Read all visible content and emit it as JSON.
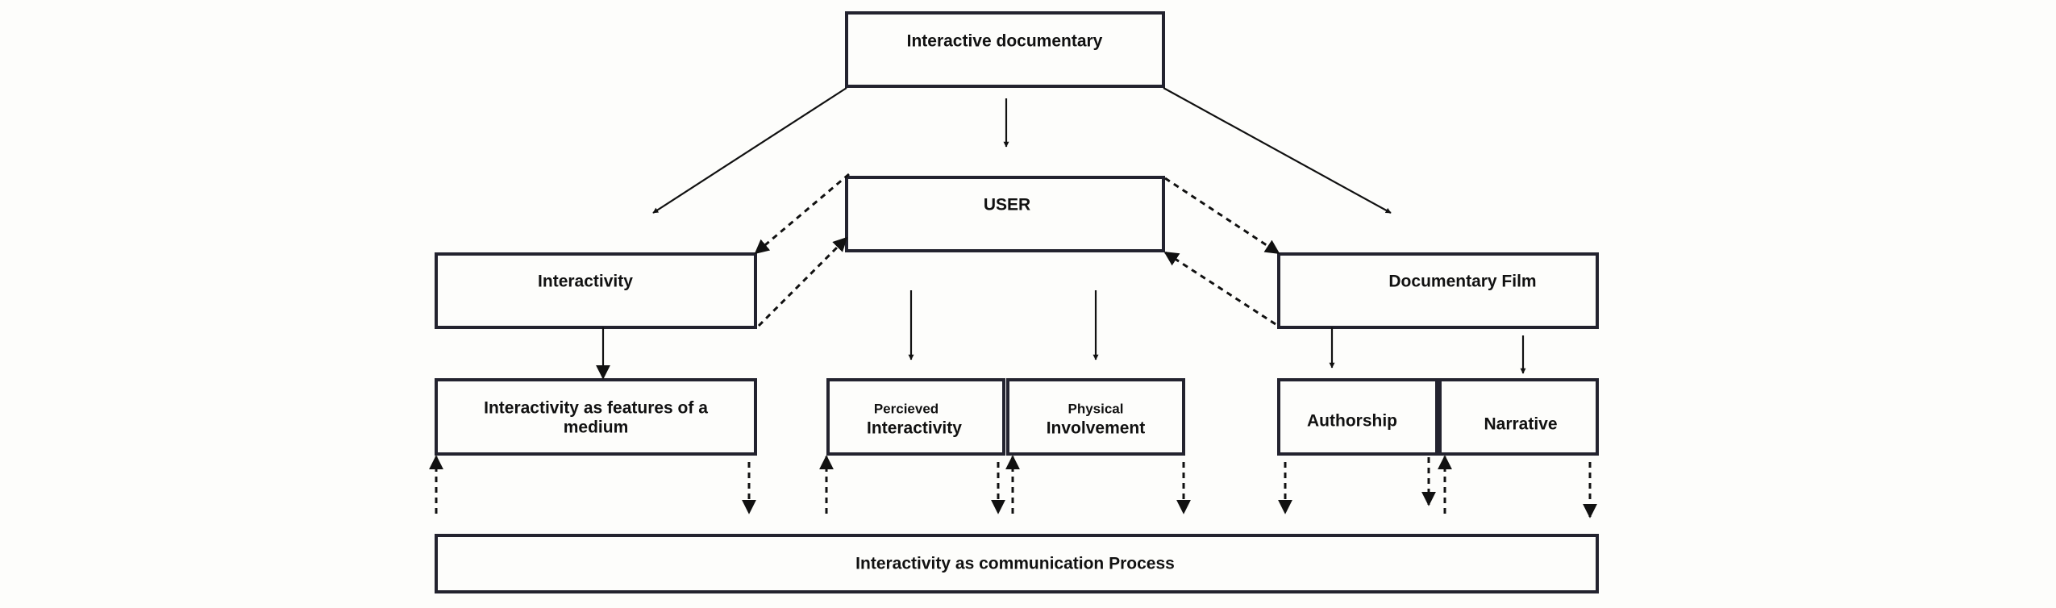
{
  "diagram": {
    "top": "Interactive documentary",
    "user": "USER",
    "interactivity": "Interactivity",
    "documentary_film": "Documentary Film",
    "features_line1": "Interactivity as features of a",
    "features_line2": "medium",
    "perceived_small": "Percieved",
    "perceived_main": "Interactivity",
    "physical_small": "Physical",
    "physical_main": "Involvement",
    "authorship": "Authorship",
    "narrative": "Narrative",
    "communication": "Interactivity as communication Process"
  },
  "colors": {
    "stroke": "#23232f",
    "background": "#fdfdfb",
    "text": "#111111"
  }
}
